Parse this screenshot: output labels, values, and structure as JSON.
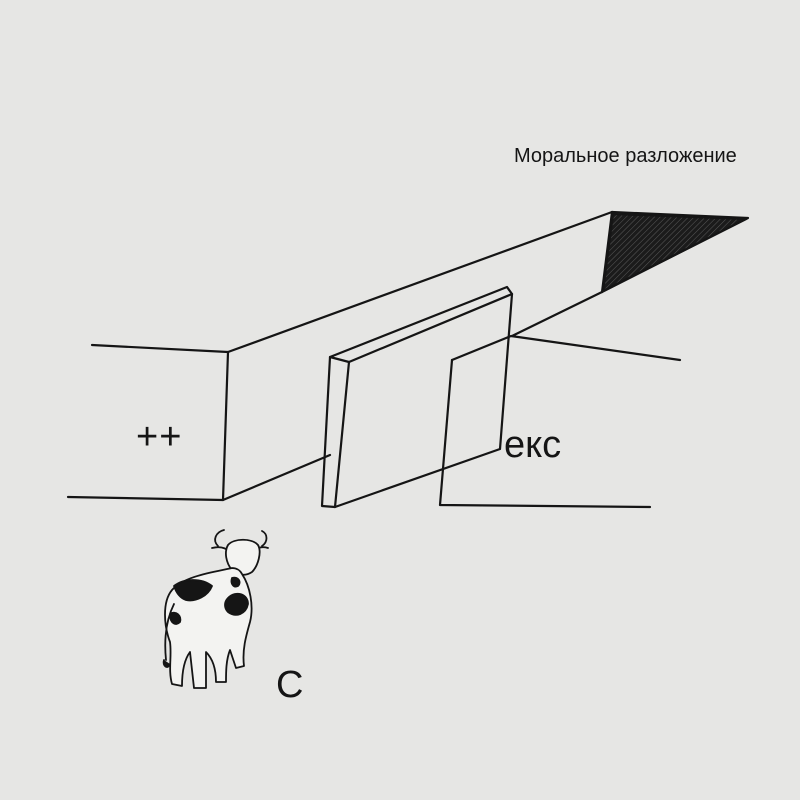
{
  "labels": {
    "moral_decay": "Моральное разложение",
    "plus_plus": "++",
    "eks": "екс",
    "c": "С"
  },
  "colors": {
    "background": "#e6e6e4",
    "ink": "#151515"
  },
  "icons": {
    "animal": "cow-icon"
  }
}
